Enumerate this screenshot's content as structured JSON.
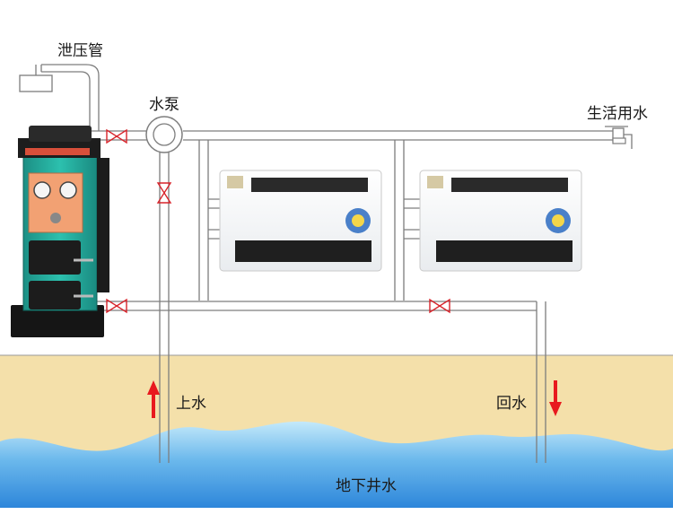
{
  "labels": {
    "relief_pipe": "泄压管",
    "water_pump": "水泵",
    "domestic_water": "生活用水",
    "supply_water": "上水",
    "return_water": "回水",
    "groundwater": "地下井水"
  },
  "colors": {
    "sky": "#ffffff",
    "sand": "#f3dfa9",
    "water_top": "#bfe6f8",
    "water_bottom": "#2f8fde",
    "pipe": "#7a7a7a",
    "valve": "#d8232a",
    "arrow": "#e8191e",
    "boiler": "#23b3a3",
    "boiler_panel": "#f0a173"
  }
}
